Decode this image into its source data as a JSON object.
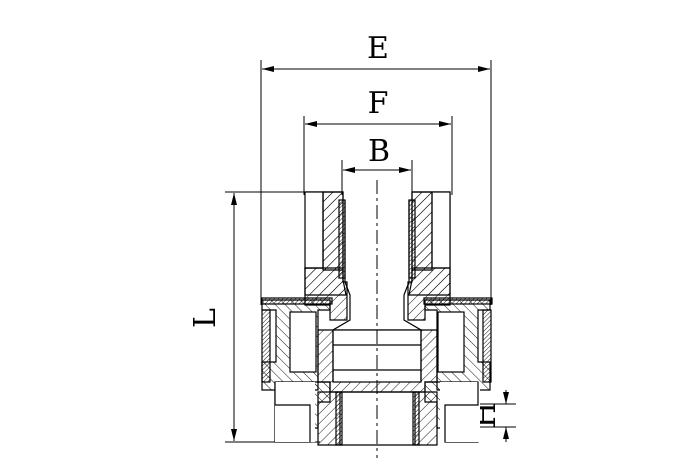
{
  "drawing": {
    "dimensions": {
      "E": "E",
      "F": "F",
      "B": "B",
      "L": "L",
      "H": "H"
    },
    "line_color": "#000000",
    "background": "#ffffff"
  }
}
